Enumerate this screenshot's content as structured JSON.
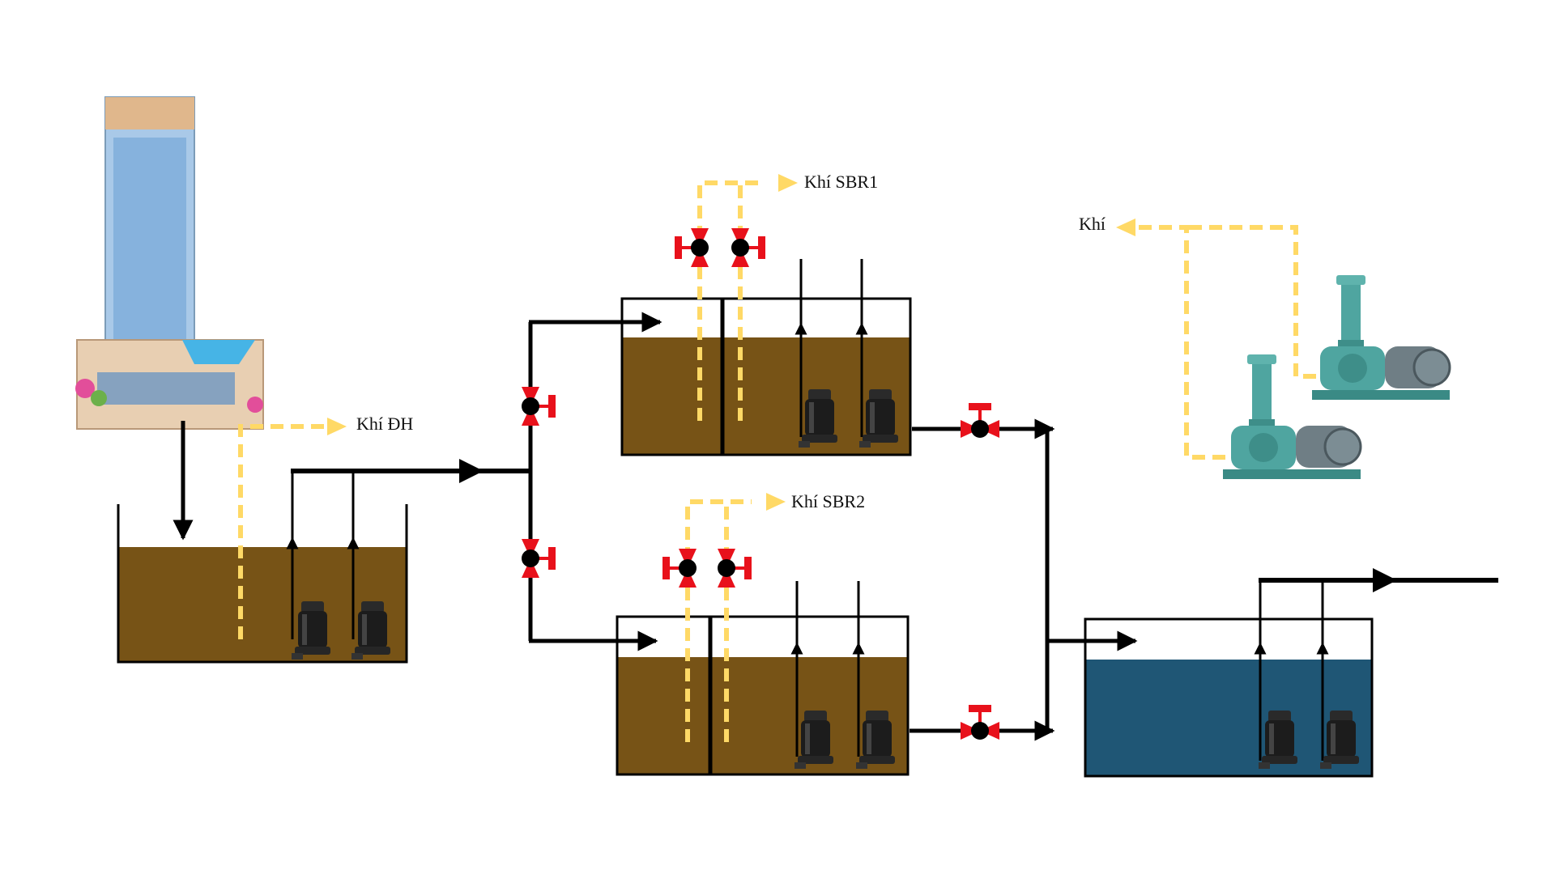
{
  "labels": {
    "gas_dh": "Khí ĐH",
    "gas_sbr1": "Khí SBR1",
    "gas_sbr2": "Khí SBR2",
    "gas_blower": "Khí"
  },
  "colors": {
    "sludge": "#775316",
    "clear_water": "#1f5675",
    "pipe": "#000000",
    "air_line": "#ffd966",
    "valve": "#e8111b",
    "blower": "#4fa5a0"
  }
}
